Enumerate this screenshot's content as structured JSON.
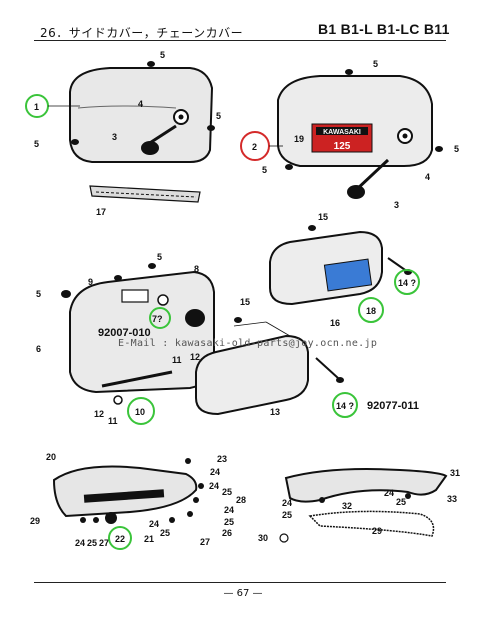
{
  "header": {
    "section_title": "26．サイドカバー，チェーンカバー",
    "models": "B1 B1-L B1-LC B11"
  },
  "footer": {
    "page": "— 67 —"
  },
  "watermark": {
    "email": "E-Mail : kawasaki-old-parts@joy.ocn.ne.jp"
  },
  "annotations": {
    "part_left_cover": "92007-010",
    "part_bolt": "92077-011"
  },
  "badge": {
    "brand": "KAWASAKI",
    "number": "125"
  },
  "callouts": {
    "c1": "1",
    "c2": "2",
    "c3a": "3",
    "c3b": "3",
    "c4a": "4",
    "c4b": "4",
    "c5a": "5",
    "c5b": "5",
    "c5c": "5",
    "c5d": "5",
    "c5e": "5",
    "c5f": "5",
    "c5g": "5",
    "c6": "6",
    "c7q": "7?",
    "c8": "8",
    "c9": "9",
    "c10": "10",
    "c11a": "11",
    "c11b": "11",
    "c12a": "12",
    "c12b": "12",
    "c13": "13",
    "c14qa": "14 ?",
    "c14qb": "14 ?",
    "c15a": "15",
    "c15b": "15",
    "c16": "16",
    "c17": "17",
    "c18": "18",
    "c19": "19",
    "c20": "20",
    "c21": "21",
    "c22": "22",
    "c23": "23",
    "c24a": "24",
    "c24b": "24",
    "c24c": "24",
    "c24d": "24",
    "c24e": "24",
    "c24f": "24",
    "c25a": "25",
    "c25b": "25",
    "c25c": "25",
    "c25d": "25",
    "c25e": "25",
    "c26": "26",
    "c27a": "27",
    "c27b": "27",
    "c28": "28",
    "c29a": "29",
    "c29b": "29",
    "c30": "30",
    "c31": "31",
    "c32": "32",
    "c33": "33"
  }
}
